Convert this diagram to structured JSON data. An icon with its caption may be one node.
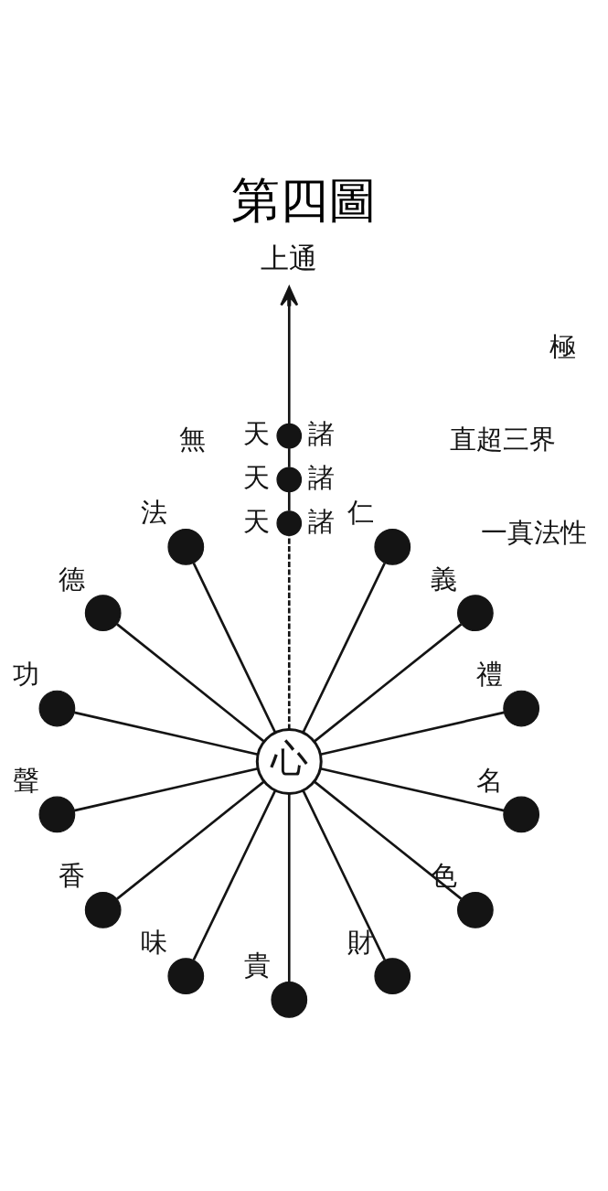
{
  "diagram": {
    "title": "第四圖",
    "nodes": [
      {
        "text": [
          "上通"
        ]
      },
      {
        "text": [],
        "shape": "circle",
        "beside": [
          "諸",
          "天"
        ]
      },
      {
        "text": [],
        "shape": "circle",
        "beside": [
          "諸",
          "天"
        ]
      },
      {
        "text": [],
        "shape": "circle",
        "beside": [
          "諸",
          "天"
        ]
      },
      {
        "text": [],
        "shape": "circle",
        "beside": [
          "法"
        ]
      },
      {
        "text": [],
        "shape": "circle",
        "beside": [
          "仁"
        ]
      },
      {
        "text": [],
        "shape": "circle",
        "beside": [
          "德"
        ]
      },
      {
        "text": [],
        "shape": "circle",
        "beside": [
          "義"
        ]
      },
      {
        "text": [],
        "shape": "circle",
        "beside": [
          "功"
        ]
      },
      {
        "text": [],
        "shape": "circle",
        "beside": [
          "禮"
        ]
      },
      {
        "text": [
          "心"
        ]
      },
      {
        "text": [],
        "shape": "circle",
        "beside": [
          "聲"
        ]
      },
      {
        "text": [],
        "shape": "circle",
        "beside": [
          "名"
        ]
      },
      {
        "text": [],
        "shape": "circle",
        "beside": [
          "香"
        ]
      },
      {
        "text": [],
        "shape": "circle",
        "beside": [
          "色"
        ]
      },
      {
        "text": [],
        "shape": "circle",
        "beside": [
          "味"
        ]
      },
      {
        "text": [],
        "shape": "circle",
        "beside": [
          "財"
        ]
      },
      {
        "text": [],
        "shape": "circle",
        "beside": [
          "貴"
        ]
      }
    ],
    "edges": [
      {
        "from": 10,
        "to": 9,
        "arrow": "none"
      },
      {
        "from": 10,
        "to": 7,
        "arrow": "none"
      },
      {
        "from": 10,
        "to": 5,
        "arrow": "none"
      },
      {
        "from": 10,
        "to": 3,
        "arrow": "none",
        "style": "dashed"
      },
      {
        "from": 10,
        "to": 4,
        "arrow": "none"
      },
      {
        "from": 10,
        "to": 6,
        "arrow": "none"
      },
      {
        "from": 10,
        "to": 8,
        "arrow": "none"
      },
      {
        "from": 10,
        "to": 11,
        "arrow": "none"
      },
      {
        "from": 10,
        "to": 13,
        "arrow": "none"
      },
      {
        "from": 10,
        "to": 15,
        "arrow": "none"
      },
      {
        "from": 10,
        "to": 17,
        "arrow": "none"
      },
      {
        "from": 10,
        "to": 16,
        "arrow": "none"
      },
      {
        "from": 10,
        "to": 14,
        "arrow": "none"
      },
      {
        "from": 10,
        "to": 12,
        "arrow": "none"
      },
      {
        "from": 3,
        "to": 2,
        "arrow": "none"
      },
      {
        "from": 2,
        "to": 1,
        "arrow": "none"
      },
      {
        "from": 1,
        "to": 0,
        "arrow": "to"
      }
    ],
    "labels": [
      "無",
      "極",
      "直超三界",
      "一真法性"
    ]
  }
}
